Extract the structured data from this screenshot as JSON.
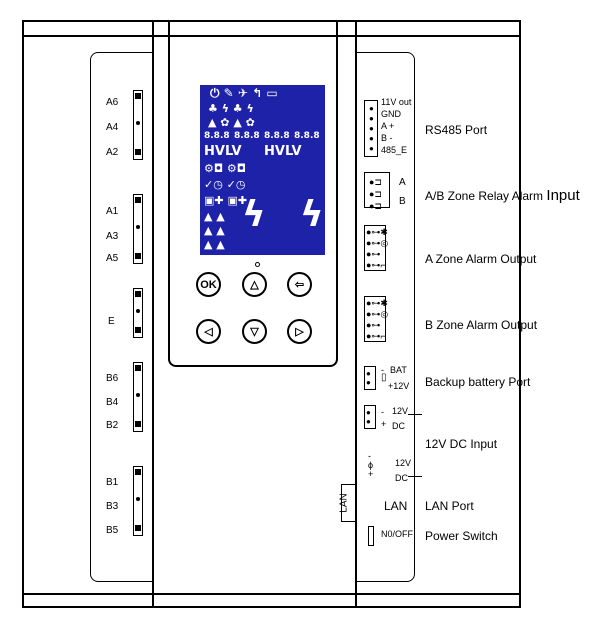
{
  "terminals": {
    "top": [
      "A6",
      "A4",
      "A2"
    ],
    "mid": [
      "A1",
      "A3",
      "A5"
    ],
    "e": [
      "E"
    ],
    "b_top": [
      "B6",
      "B4",
      "B2"
    ],
    "b_bot": [
      "B1",
      "B3",
      "B5"
    ]
  },
  "rs485": {
    "pins": [
      "11V out",
      "GND",
      "A +",
      "B -",
      "485_E"
    ],
    "label": "RS485 Port"
  },
  "relay_input": {
    "pins": [
      "A",
      "B"
    ],
    "label": "A/B Zone Relay Alarm",
    "label_suffix": "Input"
  },
  "zone_a_output": {
    "label": "A  Zone Alarm Output"
  },
  "zone_b_output": {
    "label": "B Zone Alarm Output"
  },
  "battery": {
    "pin_label": "BAT",
    "voltage": "+12V",
    "minus": "-",
    "label": "Backup battery Port"
  },
  "dc_input": {
    "minus": "-",
    "plus": "+",
    "voltage": "12V",
    "dc": "DC",
    "voltage2": "12V",
    "dc2": "DC",
    "label": "12V DC Input"
  },
  "lan": {
    "vertical_label": "LAN",
    "pin_label": "LAN",
    "label": "LAN Port"
  },
  "power": {
    "pin_label": "N0/OFF",
    "label": "Power Switch"
  },
  "buttons": {
    "ok": "OK"
  },
  "lcd": {
    "row3": [
      "8.8.8",
      "8.8.8",
      "8.8.8",
      "8.8.8"
    ],
    "row4": [
      "HV",
      "LV",
      "HV",
      "LV"
    ]
  },
  "colors": {
    "lcd_bg": "#1e22a8"
  }
}
